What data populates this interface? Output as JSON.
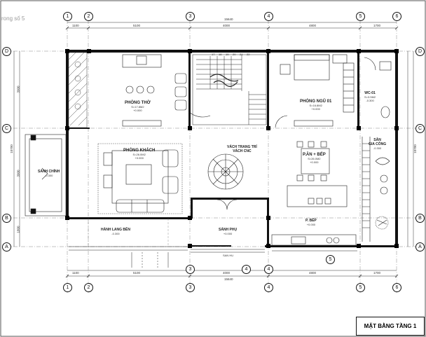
{
  "tab_label": "rong số 5",
  "sheet_title": "MẶT BẰNG TẦNG 1",
  "axes": {
    "vertical": [
      "1",
      "2",
      "3",
      "4",
      "5",
      "6"
    ],
    "horizontal": [
      "D",
      "C",
      "B",
      "A"
    ],
    "inner_bottom": [
      "3",
      "4",
      "4",
      "5"
    ]
  },
  "dimensions": {
    "top_total": "15640",
    "top_spans": [
      "1100",
      "5100",
      "4000",
      "4800",
      "1700"
    ],
    "bottom_total": "15640",
    "bottom_spans": [
      "1100",
      "5100",
      "4000",
      "4800",
      "1700"
    ],
    "left_spans": [
      "3900",
      "3900",
      "1800",
      "1500"
    ],
    "left_total": "10700",
    "right_total": "10700"
  },
  "rooms": {
    "phong_tho": {
      "name": "PHÒNG THỜ",
      "area": "S=17.8M2",
      "level": "+0.000"
    },
    "phong_ngu": {
      "name": "PHÒNG NGỦ 01",
      "area": "S=16.8M2",
      "level": "+0.000"
    },
    "wc": {
      "name": "WC-01",
      "area": "S=3.5M2",
      "level": "-0.300"
    },
    "phong_khach": {
      "name": "PHÒNG KHÁCH",
      "area": "S=26.0M2",
      "level": "+0.000"
    },
    "vach": {
      "line1": "VÁCH TRANG TRÍ",
      "line2": "VÁCH CNC"
    },
    "p_an": {
      "name": "P.ĂN + BẾP",
      "area": "S=26.0M2",
      "level": "+0.000"
    },
    "san_gia_cong": {
      "line1": "SÂN",
      "line2": "GIA CÔNG",
      "level": "-0.300"
    },
    "sanh_chinh": {
      "name": "SẢNH CHÍNH",
      "level": "-0.300"
    },
    "hanh_lang": {
      "name": "HÀNH LANG BÊN",
      "level": "-0.300"
    },
    "sanh_phu": {
      "name": "SẢNH PHỤ",
      "level": "+0.000"
    },
    "p_bep": {
      "name": "P. BẾP",
      "level": "+0.000"
    },
    "san_hu": {
      "name": "SAN HU"
    }
  },
  "stair_numbers": [
    "17",
    "18",
    "19",
    "20",
    "21",
    "22"
  ]
}
